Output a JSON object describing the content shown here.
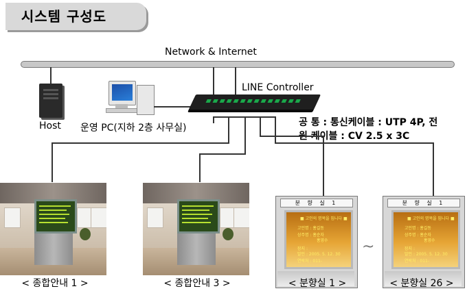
{
  "title": "시스템 구성도",
  "network_label": "Network & Internet",
  "controller_label": "LINE Controller",
  "host_label": "Host",
  "pc_label": "운영 PC(지하 2층 사무실)",
  "cable_note_line1": "공 통 : 통신케이블 : UTP 4P, 전",
  "cable_note_line2": "원 케이블 : CV 2.5 x 3C",
  "tilde": "~",
  "displays": [
    {
      "caption": "< 종합안내 1 >"
    },
    {
      "caption": "< 종합안내 3 >"
    },
    {
      "caption": "< 분향실 1 >",
      "sign_header": "분 향 실  1"
    },
    {
      "caption": "< 분향실 26 >",
      "sign_header": "분 향 실  1"
    }
  ],
  "colors": {
    "bus": "#c8c8c8",
    "title_tab": "#d9d9d9",
    "board_text": "#b8e030",
    "sign_screen": "#e6a535"
  }
}
